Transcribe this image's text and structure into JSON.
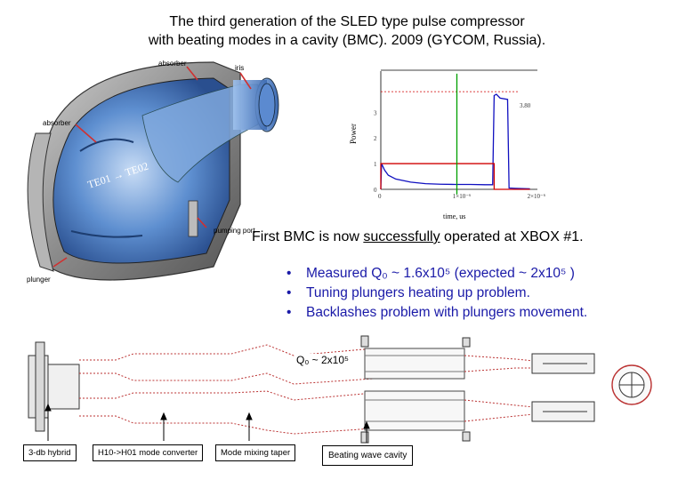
{
  "title": {
    "line1": "The third generation of the SLED type pulse compressor",
    "line2": "with beating modes in a cavity  (BMC). 2009 (GYCOM, Russia)."
  },
  "cavity_diagram": {
    "labels": {
      "absorber_top": "absorber",
      "iris": "iris",
      "absorber_left": "absorber",
      "plunger": "plunger",
      "pumping_port": "pumping port",
      "mode": "TE01 → TE02"
    }
  },
  "plot": {
    "ylabel": "Power",
    "xlabel": "time, us",
    "y_ticks": [
      "0",
      "1",
      "2",
      "3"
    ],
    "x_ticks": [
      "0",
      "1×10⁻⁶",
      "2×10⁻⁶"
    ],
    "annotation": "3.80"
  },
  "chart_data": {
    "type": "line",
    "xlabel": "time, us",
    "ylabel": "Power",
    "x_ticks": [
      "0",
      "1×10⁻⁶",
      "2×10⁻⁶"
    ],
    "y_ticks": [
      "0",
      "1",
      "2",
      "3"
    ],
    "series": [
      {
        "color": "#1010c0",
        "x": [
          0,
          0.01,
          0.05,
          0.1,
          0.2,
          0.4,
          0.6,
          0.8,
          1.0,
          1.2,
          1.4,
          1.5,
          1.52,
          1.55,
          1.6,
          1.7,
          1.72,
          1.8,
          1.9,
          2.0
        ],
        "y": [
          0,
          1.0,
          0.75,
          0.55,
          0.4,
          0.28,
          0.22,
          0.2,
          0.19,
          0.19,
          0.18,
          0.18,
          3.65,
          3.7,
          3.55,
          3.5,
          0.05,
          0.04,
          0.03,
          0.02
        ]
      },
      {
        "color": "#d00000",
        "x": [
          0,
          0,
          1.52,
          1.52,
          1.72,
          1.72,
          2.0
        ],
        "y": [
          0,
          1,
          1,
          0,
          0,
          0,
          0
        ]
      },
      {
        "color": "#00a000",
        "x": [
          1.02,
          1.02
        ],
        "y": [
          -0.2,
          4.5
        ]
      }
    ],
    "dashed_level": 3.8
  },
  "bmc_status": {
    "prefix": "First BMC is now ",
    "underlined": "successfully",
    "suffix": " operated at XBOX #1."
  },
  "bullets": [
    {
      "dot": "•",
      "text": "Measured Q₀ ~ 1.6x10⁵ (expected ~ 2x10⁵ )"
    },
    {
      "dot": "•",
      "text": "Tuning plungers heating up problem."
    },
    {
      "dot": "•",
      "text": "Backlashes problem with plungers movement."
    }
  ],
  "schematic": {
    "q_label": "Q₀ ~ 2x10⁵",
    "labels": {
      "hybrid": "3-db hybrid",
      "converter": "H10->H01 mode converter",
      "taper": "Mode mixing taper",
      "cavity": "Beating wave cavity"
    }
  }
}
